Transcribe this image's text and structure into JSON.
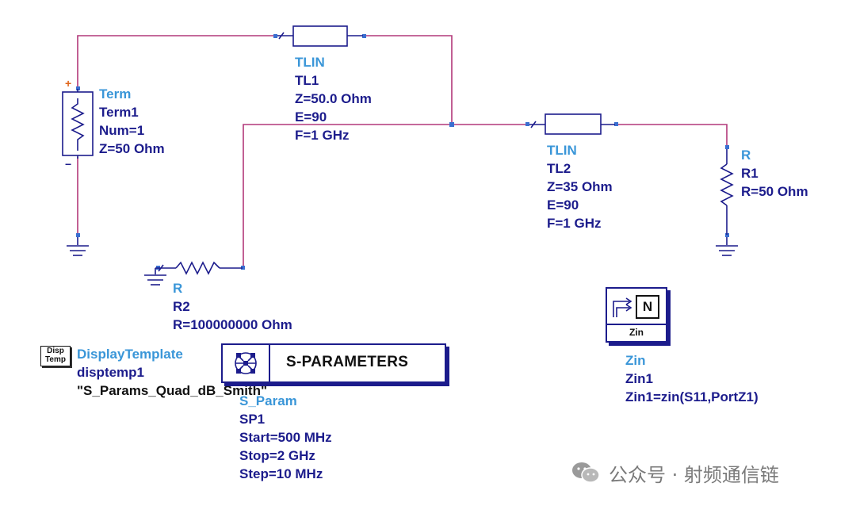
{
  "components": {
    "term1": {
      "type": "Term",
      "name": "Term1",
      "params": [
        "Num=1",
        "Z=50 Ohm"
      ]
    },
    "tl1": {
      "type": "TLIN",
      "name": "TL1",
      "params": [
        "Z=50.0 Ohm",
        "E=90",
        "F=1 GHz"
      ]
    },
    "tl2": {
      "type": "TLIN",
      "name": "TL2",
      "params": [
        "Z=35 Ohm",
        "E=90",
        "F=1 GHz"
      ]
    },
    "r1": {
      "type": "R",
      "name": "R1",
      "params": [
        "R=50 Ohm"
      ]
    },
    "r2": {
      "type": "R",
      "name": "R2",
      "params": [
        "R=100000000 Ohm"
      ]
    },
    "display_template": {
      "icon_text": [
        "Disp",
        "Temp"
      ],
      "type": "DisplayTemplate",
      "name": "disptemp1",
      "value": "\"S_Params_Quad_dB_Smith\""
    },
    "sparam": {
      "box_title": "S-PARAMETERS",
      "type": "S_Param",
      "name": "SP1",
      "params": [
        "Start=500 MHz",
        "Stop=2 GHz",
        "Step=10 MHz"
      ]
    },
    "zin": {
      "box_symbol": "N",
      "box_label": "Zin",
      "type": "Zin",
      "name": "Zin1",
      "params": [
        "Zin1=zin(S11,PortZ1)"
      ]
    }
  },
  "term_polarity": {
    "plus": "+",
    "minus": "−"
  },
  "watermark": {
    "text": "公众号 · 射频通信链"
  },
  "colors": {
    "wire": "#b2387a",
    "component": "#1c1c8c",
    "pin": "#3a6fd0",
    "type_label": "#3a96d8",
    "value_label": "#1c1c8c",
    "plus": "#e0661b"
  }
}
